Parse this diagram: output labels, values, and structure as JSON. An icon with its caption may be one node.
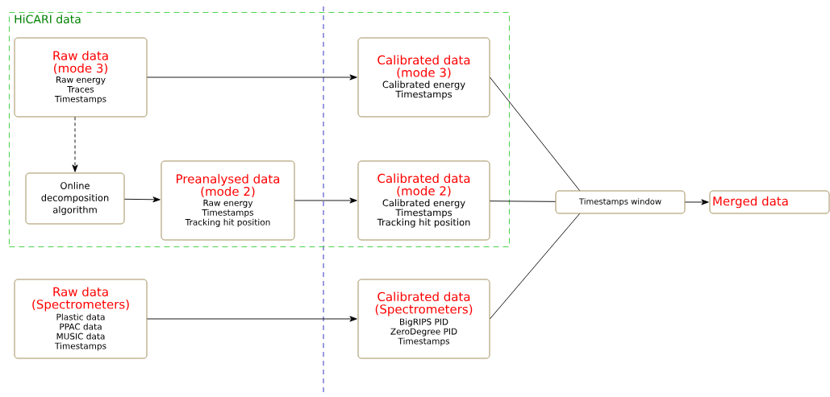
{
  "diagram": {
    "nodes": [
      {
        "text": [
          "HiCARI data"
        ]
      },
      {
        "text": [
          "Raw data (mode 3)",
          "Raw energy",
          "Traces",
          "Timestamps"
        ],
        "in": 0
      },
      {
        "text": [
          "Calibrated data (mode 3)",
          "Calibrated energy",
          "Timestamps"
        ],
        "in": 0
      },
      {
        "text": [
          "Online decomposition algorithm"
        ],
        "in": 0
      },
      {
        "text": [
          "Preanalysed data (mode 2)",
          "Raw energy",
          "Timestamps",
          "Tracking hit position"
        ],
        "in": 0
      },
      {
        "text": [
          "Calibrated data (mode 2)",
          "Calibrated energy",
          "Timestamps",
          "Tracking hit position"
        ],
        "in": 0
      },
      {
        "text": [
          "Raw data (Spectrometers)",
          "Plastic data",
          "PPAC data",
          "MUSIC data",
          "Timestamps"
        ]
      },
      {
        "text": [
          "Calibrated data (Spectrometers)",
          "BigRIPS PID",
          "ZeroDegree PID",
          "Timestamps"
        ]
      },
      {
        "text": [
          "Timestamps window"
        ]
      },
      {
        "text": [
          "Merged data"
        ]
      }
    ],
    "edges": [
      {
        "from": 1,
        "to": 2,
        "arrow": "to"
      },
      {
        "from": 1,
        "to": 3,
        "arrow": "to",
        "style": "dashed"
      },
      {
        "from": 3,
        "to": 4,
        "arrow": "to"
      },
      {
        "from": 4,
        "to": 5,
        "arrow": "to"
      },
      {
        "from": 6,
        "to": 7,
        "arrow": "to"
      },
      {
        "from": 2,
        "to": 8,
        "arrow": "none"
      },
      {
        "from": 5,
        "to": 8,
        "arrow": "none"
      },
      {
        "from": 7,
        "to": 8,
        "arrow": "none"
      },
      {
        "from": 8,
        "to": 9,
        "arrow": "to"
      }
    ]
  }
}
